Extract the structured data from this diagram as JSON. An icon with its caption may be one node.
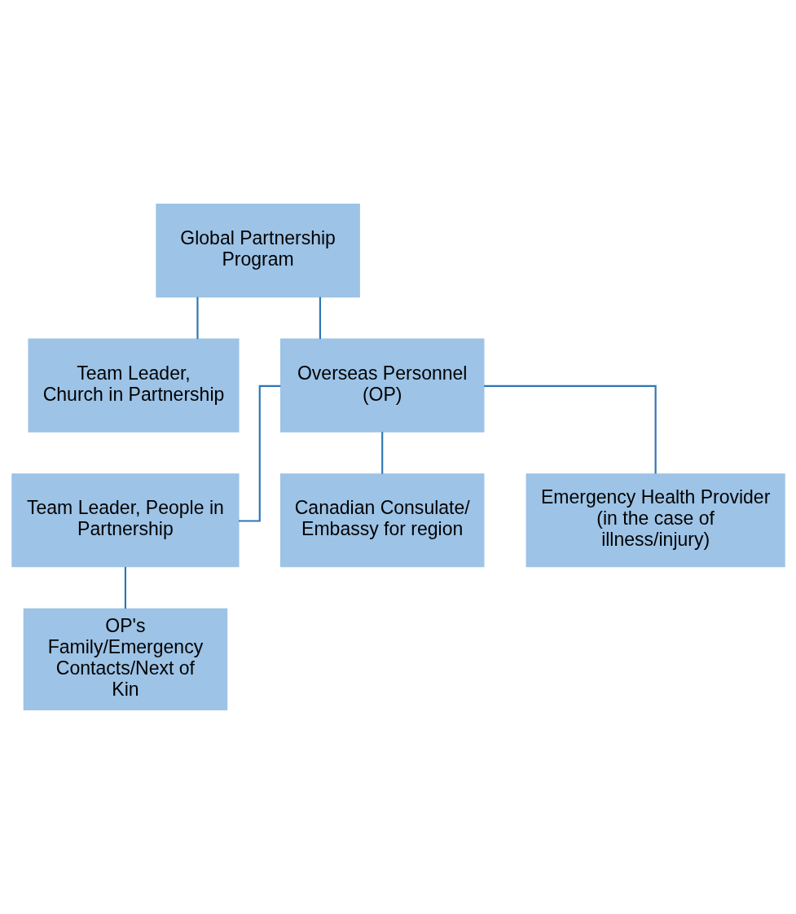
{
  "diagram": {
    "nodes": [
      {
        "text": [
          "Global Partnership Program"
        ]
      },
      {
        "text": [
          "Team Leader,",
          "Church in Partnership"
        ]
      },
      {
        "text": [
          "Overseas Personnel (OP)"
        ]
      },
      {
        "text": [
          "Team Leader, People in Partnership"
        ]
      },
      {
        "text": [
          "OP's Family/Emergency Contacts/Next of Kin"
        ]
      },
      {
        "text": [
          "Canadian Consulate/ Embassy for region"
        ]
      },
      {
        "text": [
          "Emergency Health Provider",
          "(in the case of illness/injury)"
        ]
      }
    ],
    "edges": [
      {
        "from": 0,
        "to": 1,
        "arrow": "none"
      },
      {
        "from": 0,
        "to": 2,
        "arrow": "none"
      },
      {
        "from": 2,
        "to": 3,
        "arrow": "none"
      },
      {
        "from": 3,
        "to": 4,
        "arrow": "none"
      },
      {
        "from": 2,
        "to": 5,
        "arrow": "none"
      },
      {
        "from": 2,
        "to": 6,
        "arrow": "none"
      }
    ]
  }
}
